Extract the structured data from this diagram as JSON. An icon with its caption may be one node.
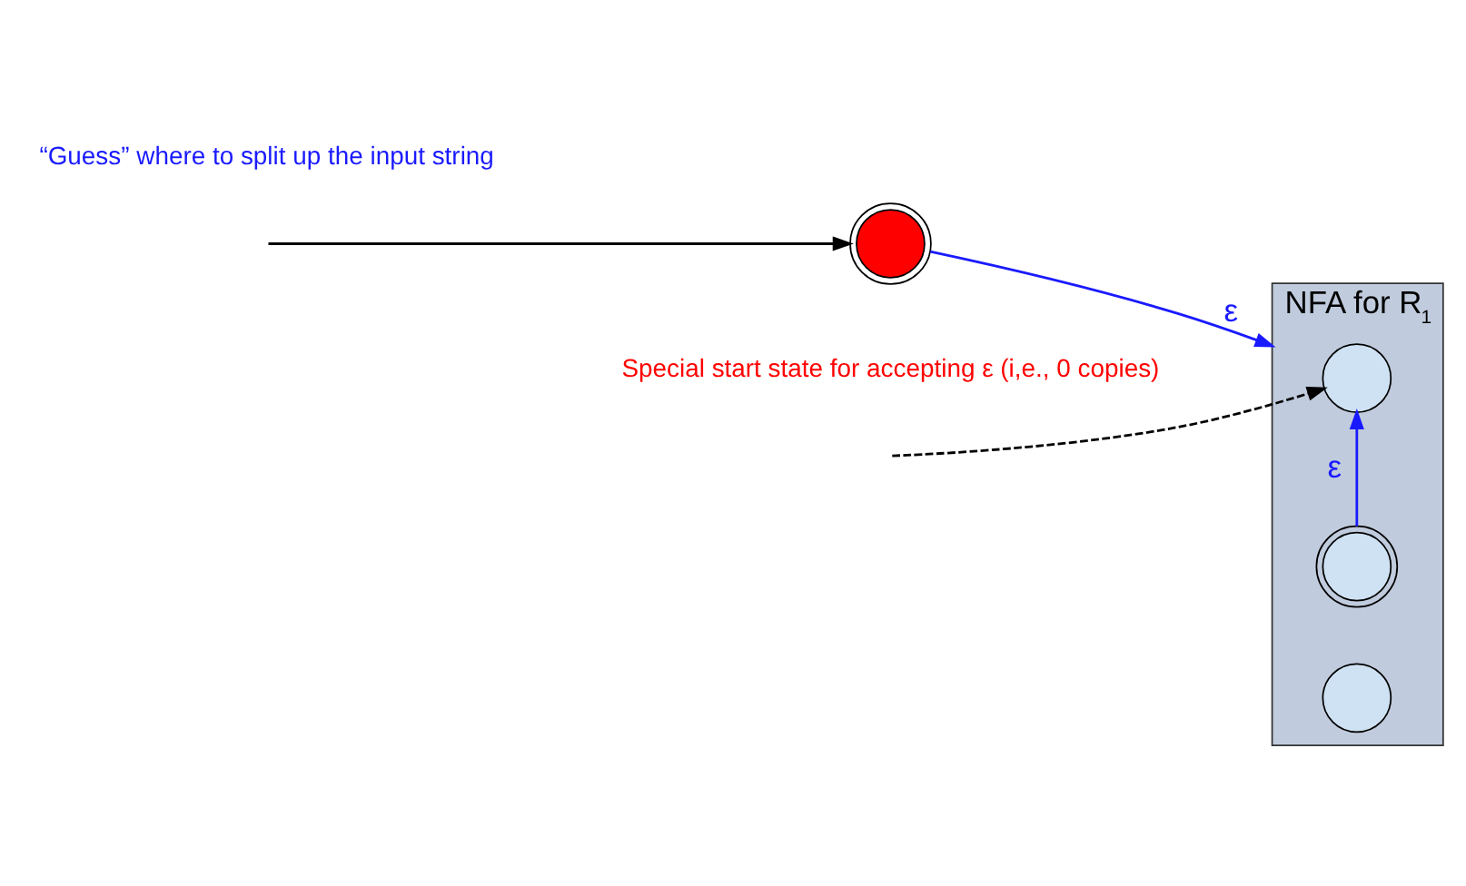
{
  "diagram": {
    "nodes": [
      {
        "text": [
          "NFA for R$_{1}$"
        ]
      },
      {
        "text": [],
        "shape": "circle",
        "beside": [
          "Special start state for accepting ε (i,e., 0 copies)"
        ]
      },
      {
        "text": [],
        "shape": "circle",
        "in": 0
      },
      {
        "text": [],
        "shape": "circle",
        "in": 0
      },
      {
        "text": [],
        "shape": "circle",
        "in": 0
      }
    ],
    "edges": [
      {
        "from": null,
        "to": 1,
        "arrow": "to"
      },
      {
        "from": 1,
        "to": 0,
        "arrow": "to",
        "label": "ε",
        "color": "#1a1aff"
      },
      {
        "from": null,
        "to": 2,
        "arrow": "to",
        "style": "dashed"
      },
      {
        "from": 3,
        "to": 2,
        "arrow": "to",
        "label": "ε",
        "color": "#1a1aff"
      }
    ],
    "labels": [
      "“Guess” where to split up the input string"
    ]
  }
}
